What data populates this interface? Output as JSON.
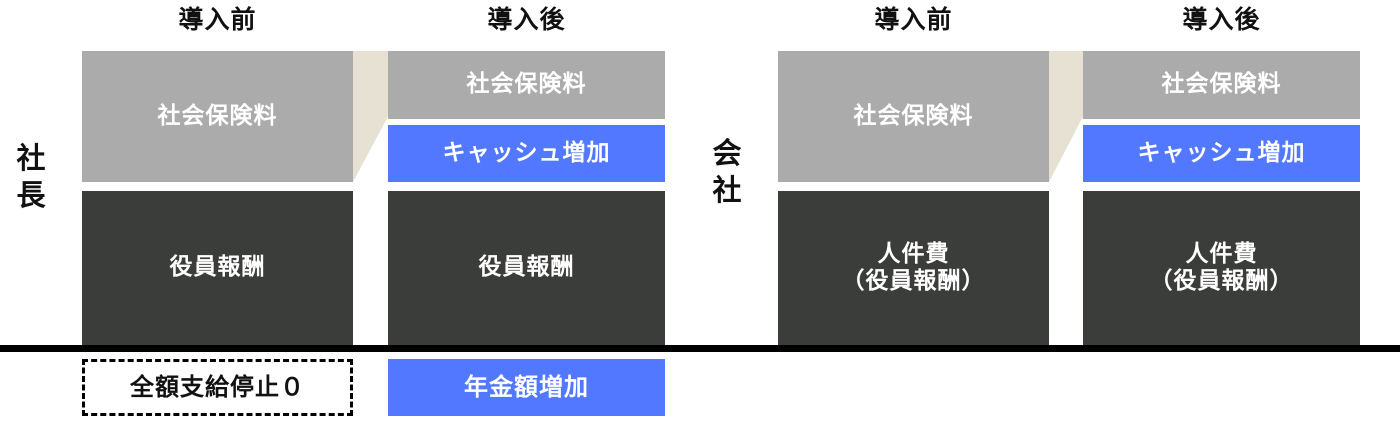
{
  "figure": {
    "title_text": "",
    "colors": {
      "social_insurance": "#ababab",
      "compensation": "#3b3d3a",
      "cash_increase": "#5278ff",
      "connector": "#e6e1d2",
      "baseline": "#000000",
      "background": "#ffffff",
      "text_on_fill": "#ffffff",
      "text_on_white": "#111111"
    }
  },
  "groups": [
    {
      "id": "president",
      "side_label": "社\n長",
      "columns": [
        {
          "id": "president-before",
          "header": "導入前",
          "blocks": [
            {
              "id": "president-before-insurance",
              "label": "社会保険料",
              "style": "gray"
            },
            {
              "id": "president-before-compensation",
              "label": "役員報酬",
              "style": "dark"
            }
          ]
        },
        {
          "id": "president-after",
          "header": "導入後",
          "blocks": [
            {
              "id": "president-after-insurance",
              "label": "社会保険料",
              "style": "gray"
            },
            {
              "id": "president-after-cash",
              "label": "キャッシュ増加",
              "style": "blue"
            },
            {
              "id": "president-after-compensation",
              "label": "役員報酬",
              "style": "dark"
            }
          ]
        }
      ],
      "footers": [
        {
          "id": "president-footer-before",
          "label": "全額支給停止０",
          "style": "dashed"
        },
        {
          "id": "president-footer-after",
          "label": "年金額増加",
          "style": "solid-blue"
        }
      ]
    },
    {
      "id": "company",
      "side_label": "会\n社",
      "columns": [
        {
          "id": "company-before",
          "header": "導入前",
          "blocks": [
            {
              "id": "company-before-insurance",
              "label": "社会保険料",
              "style": "gray"
            },
            {
              "id": "company-before-labor",
              "label": "人件費\n（役員報酬）",
              "style": "dark"
            }
          ]
        },
        {
          "id": "company-after",
          "header": "導入後",
          "blocks": [
            {
              "id": "company-after-insurance",
              "label": "社会保険料",
              "style": "gray"
            },
            {
              "id": "company-after-cash",
              "label": "キャッシュ増加",
              "style": "blue"
            },
            {
              "id": "company-after-labor",
              "label": "人件費\n（役員報酬）",
              "style": "dark"
            }
          ]
        }
      ],
      "footers": []
    }
  ],
  "chart_data": {
    "type": "bar",
    "title": "",
    "xlabel": "",
    "ylabel": "",
    "orientation": "vertical-stacked",
    "grid": false,
    "legend": "none",
    "categories": [
      "社長 導入前",
      "社長 導入後",
      "会社 導入前",
      "会社 導入後"
    ],
    "series": [
      {
        "name": "社会保険料",
        "color": "#ababab",
        "values": [
          131,
          68,
          131,
          68
        ]
      },
      {
        "name": "キャッシュ増加",
        "color": "#5278ff",
        "values": [
          0,
          57,
          0,
          57
        ]
      },
      {
        "name": "役員報酬 / 人件費（役員報酬）",
        "color": "#3b3d3a",
        "values": [
          154,
          154,
          154,
          154
        ]
      }
    ],
    "units": "pixels (relative block heights)",
    "annotations": [
      {
        "text": "全額支給停止０",
        "attached_to": "社長 導入前",
        "style": "dashed-outline"
      },
      {
        "text": "年金額増加",
        "attached_to": "社長 導入後",
        "style": "filled-blue"
      }
    ]
  }
}
